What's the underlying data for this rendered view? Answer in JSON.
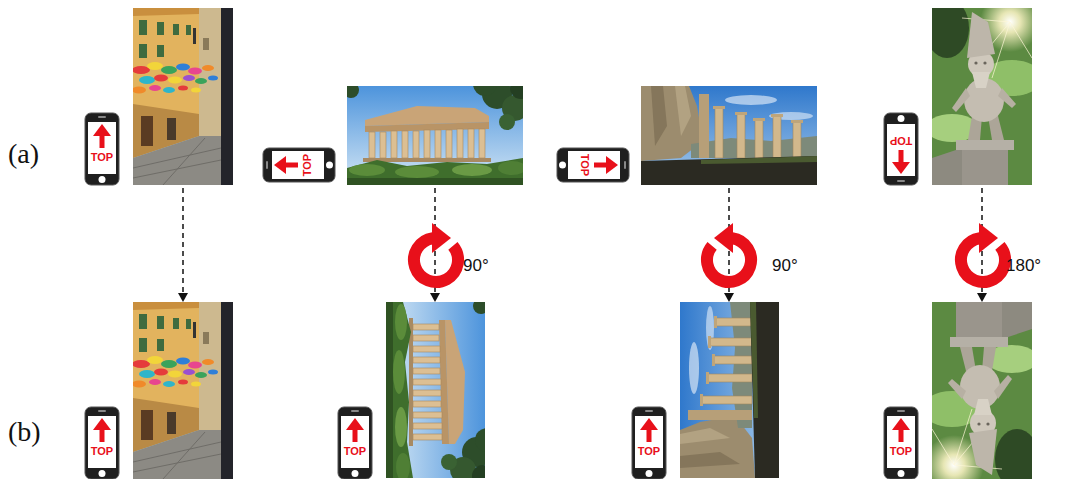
{
  "diagram": {
    "nodes": [
      {
        "text": [
          "TOP"
        ]
      },
      {
        "text": [
          "TOP"
        ]
      },
      {
        "text": [
          "TOP"
        ]
      },
      {
        "text": [
          "TOP"
        ]
      },
      {
        "text": [
          "TOP"
        ]
      },
      {
        "text": [
          "TOP"
        ]
      },
      {
        "text": [
          "TOP"
        ]
      },
      {
        "text": [
          "TOP"
        ]
      }
    ],
    "labels": [
      "(a)",
      "90°",
      "90°",
      "180°",
      "(b)"
    ]
  }
}
